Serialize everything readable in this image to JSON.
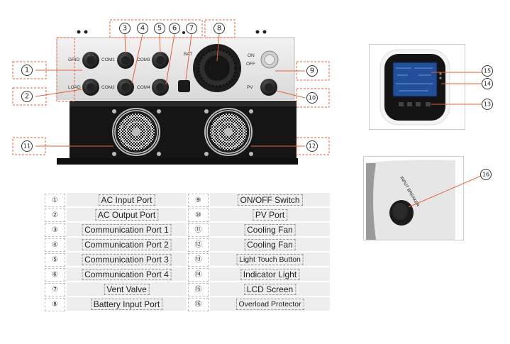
{
  "panel_labels": {
    "grid": "GRID",
    "load": "LOAD",
    "com1": "COM1",
    "com2": "COM2",
    "com3": "COM3",
    "com4": "COM4",
    "bat": "BAT",
    "on": "ON",
    "off": "OFF",
    "pv": "PV"
  },
  "breaker_label": "INPUT BREAKER",
  "markers": [
    "①",
    "②",
    "③",
    "④",
    "⑤",
    "⑥",
    "⑦",
    "⑧",
    "⑨",
    "⑩",
    "⑪",
    "⑫",
    "⑬",
    "⑭",
    "⑮",
    "⑯"
  ],
  "legend_left": [
    {
      "num": "①",
      "name": "AC Input Port"
    },
    {
      "num": "②",
      "name": "AC Output Port"
    },
    {
      "num": "③",
      "name": "Communication Port 1"
    },
    {
      "num": "④",
      "name": "Communication Port 2"
    },
    {
      "num": "⑤",
      "name": "Communication Port 3"
    },
    {
      "num": "⑥",
      "name": "Communication Port 4"
    },
    {
      "num": "⑦",
      "name": "Vent Valve"
    },
    {
      "num": "⑧",
      "name": "Battery Input Port"
    }
  ],
  "legend_right": [
    {
      "num": "⑨",
      "name": "ON/OFF Switch"
    },
    {
      "num": "⑩",
      "name": "PV Port"
    },
    {
      "num": "⑪",
      "name": "Cooling Fan"
    },
    {
      "num": "⑫",
      "name": "Cooling Fan"
    },
    {
      "num": "⑬",
      "name": "Light Touch Button"
    },
    {
      "num": "⑭",
      "name": "Indicator Light"
    },
    {
      "num": "⑮",
      "name": "LCD Screen"
    },
    {
      "num": "⑯",
      "name": "Overload Protector"
    }
  ]
}
